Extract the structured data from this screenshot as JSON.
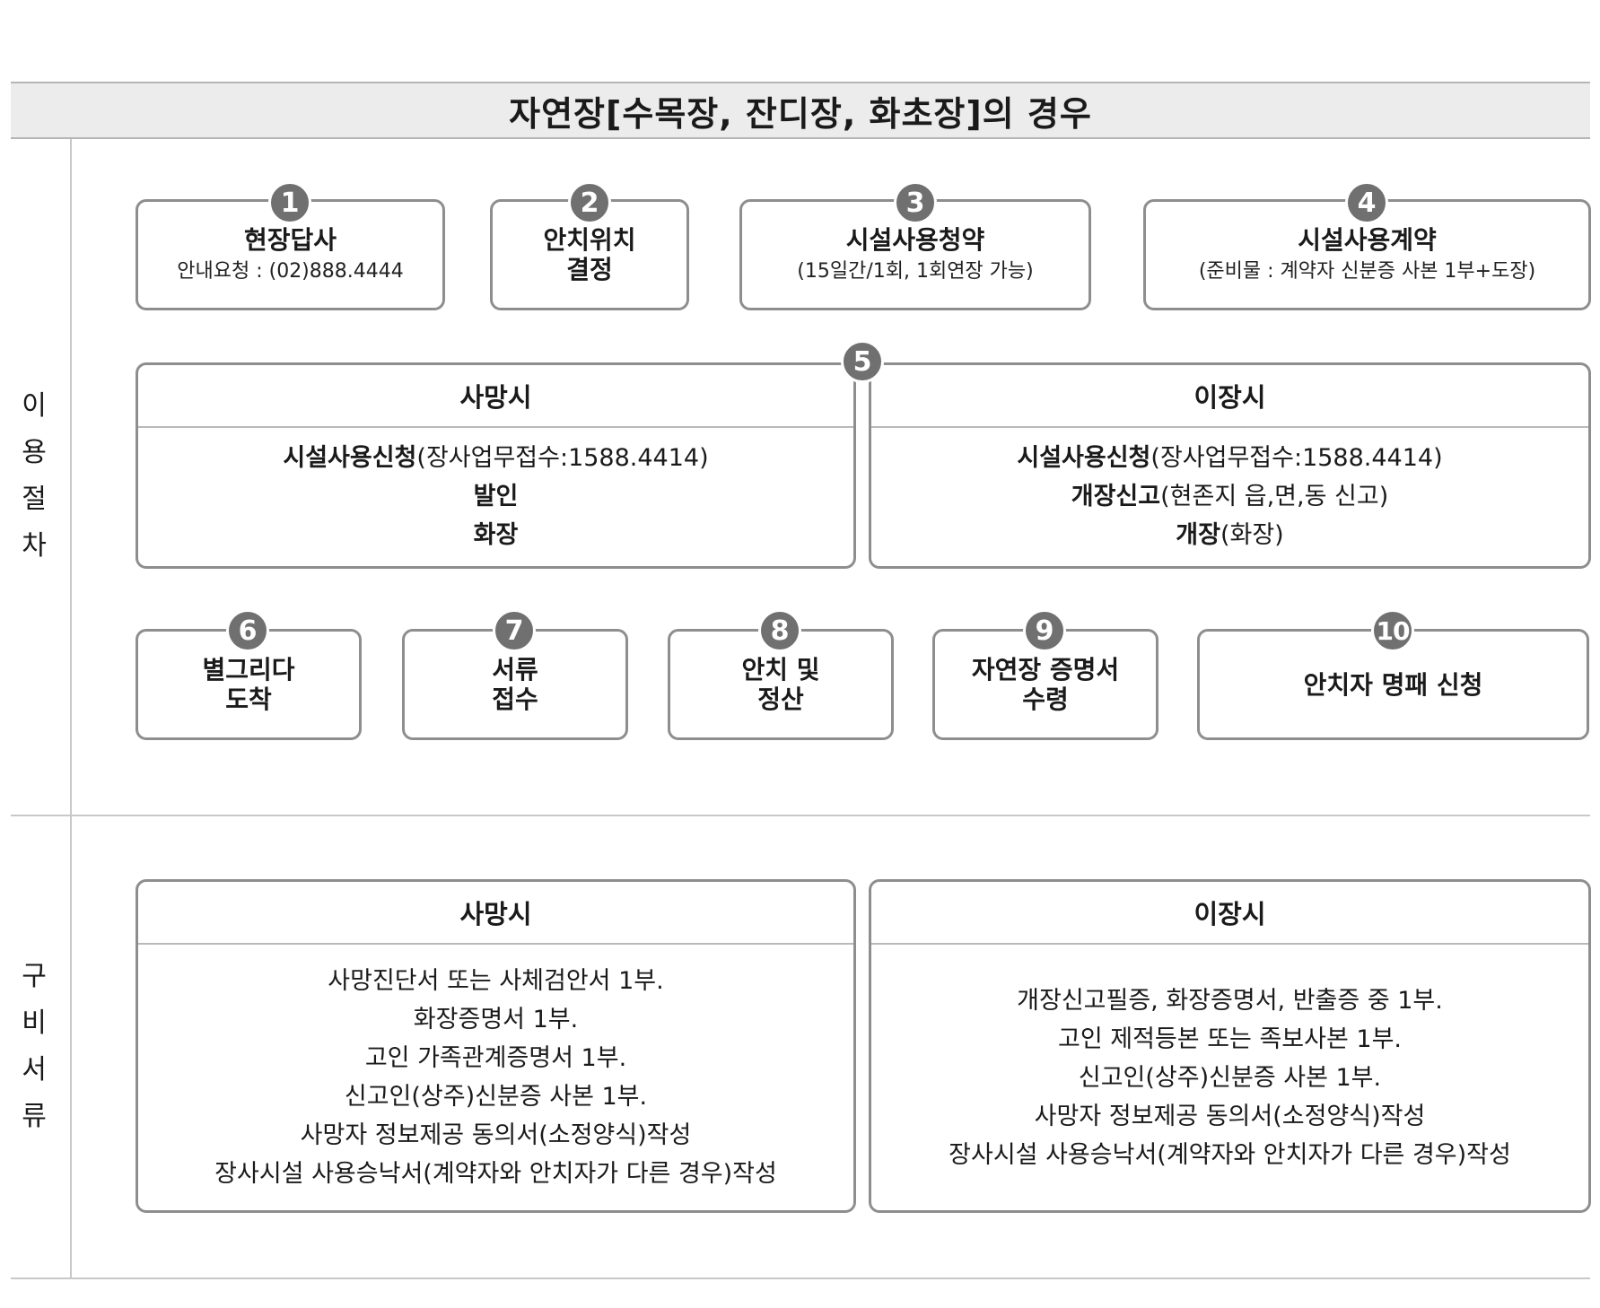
{
  "title": "자연장[수목장, 잔디장, 화초장]의 경우",
  "sections": {
    "procedure": [
      "이",
      "용",
      "절",
      "차"
    ],
    "documents": [
      "구",
      "비",
      "서",
      "류"
    ]
  },
  "steps_row1": [
    {
      "num": "1",
      "title": "현장답사",
      "sub": "안내요청 : (02)888.4444"
    },
    {
      "num": "2",
      "title1": "안치위치",
      "title2": "결정"
    },
    {
      "num": "3",
      "title": "시설사용청약",
      "sub": "(15일간/1회, 1회연장 가능)"
    },
    {
      "num": "4",
      "title": "시설사용계약",
      "sub": "(준비물 : 계약자 신분증 사본 1부+도장)"
    }
  ],
  "step5": {
    "num": "5",
    "death": {
      "head": "사망시",
      "line1_bold": "시설사용신청",
      "line1_rest": "(장사업무접수:1588.4414)",
      "line2": "발인",
      "line3": "화장"
    },
    "relocation": {
      "head": "이장시",
      "line1_bold": "시설사용신청",
      "line1_rest": "(장사업무접수:1588.4414)",
      "line2_bold": "개장신고",
      "line2_rest": "(현존지 읍,면,동 신고)",
      "line3_bold": "개장",
      "line3_rest": "(화장)"
    }
  },
  "steps_row3": [
    {
      "num": "6",
      "line1": "별그리다",
      "line2": "도착"
    },
    {
      "num": "7",
      "line1": "서류",
      "line2": "접수"
    },
    {
      "num": "8",
      "line1": "안치 및",
      "line2": "정산"
    },
    {
      "num": "9",
      "line1": "자연장 증명서",
      "line2": "수령"
    },
    {
      "num": "10",
      "line1": "안치자 명패 신청"
    }
  ],
  "documents": {
    "death": {
      "head": "사망시",
      "items": [
        "사망진단서 또는 사체검안서 1부.",
        "화장증명서 1부.",
        "고인 가족관계증명서 1부.",
        "신고인(상주)신분증 사본 1부.",
        "사망자 정보제공 동의서(소정양식)작성",
        "장사시설 사용승낙서(계약자와 안치자가 다른 경우)작성"
      ]
    },
    "relocation": {
      "head": "이장시",
      "items": [
        "개장신고필증, 화장증명서, 반출증 중 1부.",
        "고인 제적등본 또는 족보사본 1부.",
        "신고인(상주)신분증 사본 1부.",
        "사망자 정보제공 동의서(소정양식)작성",
        "장사시설 사용승낙서(계약자와 안치자가 다른 경우)작성"
      ]
    }
  }
}
